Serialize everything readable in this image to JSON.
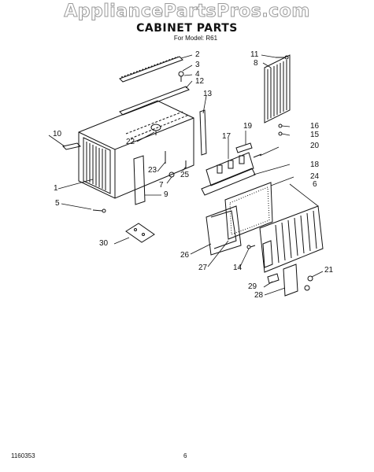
{
  "watermark": "AppliancePartsPros.com",
  "title": "CABINET PARTS",
  "subtitle": "For Model: R61",
  "callouts": [
    "1",
    "2",
    "3",
    "4",
    "5",
    "6",
    "7",
    "8",
    "9",
    "10",
    "11",
    "12",
    "13",
    "14",
    "15",
    "16",
    "17",
    "18",
    "19",
    "20",
    "21",
    "22",
    "23",
    "24",
    "25",
    "26",
    "27",
    "28",
    "29",
    "30"
  ],
  "footer": {
    "code": "1160353",
    "page": "6"
  }
}
